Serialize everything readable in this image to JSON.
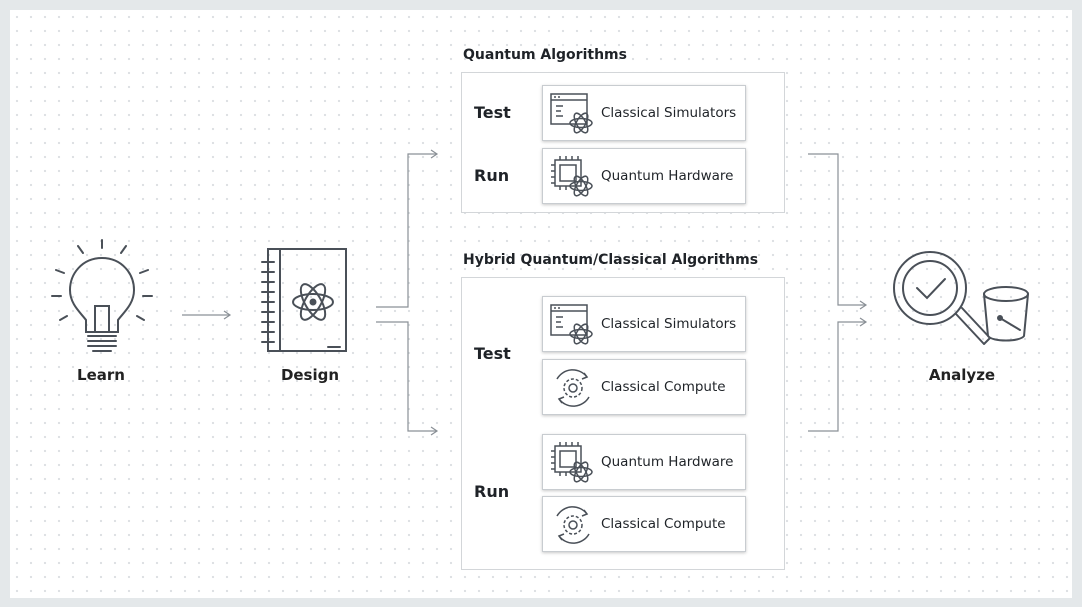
{
  "stages": {
    "learn": "Learn",
    "design": "Design",
    "analyze": "Analyze"
  },
  "quantum_section": {
    "title": "Quantum Algorithms",
    "test_label": "Test",
    "run_label": "Run",
    "test_card": "Classical Simulators",
    "run_card": "Quantum Hardware"
  },
  "hybrid_section": {
    "title": "Hybrid Quantum/Classical Algorithms",
    "test_label": "Test",
    "run_label": "Run",
    "test_card_1": "Classical Simulators",
    "test_card_2": "Classical Compute",
    "run_card_1": "Quantum Hardware",
    "run_card_2": "Classical Compute"
  },
  "colors": {
    "icon_stroke": "#4a5058",
    "connector": "#8a9096",
    "background": "#e4e8ea"
  },
  "icons": [
    "lightbulb-icon",
    "notebook-atom-icon",
    "magnifier-check-bucket-icon",
    "simulator-window-icon",
    "chip-atom-icon",
    "gear-cycle-icon"
  ]
}
